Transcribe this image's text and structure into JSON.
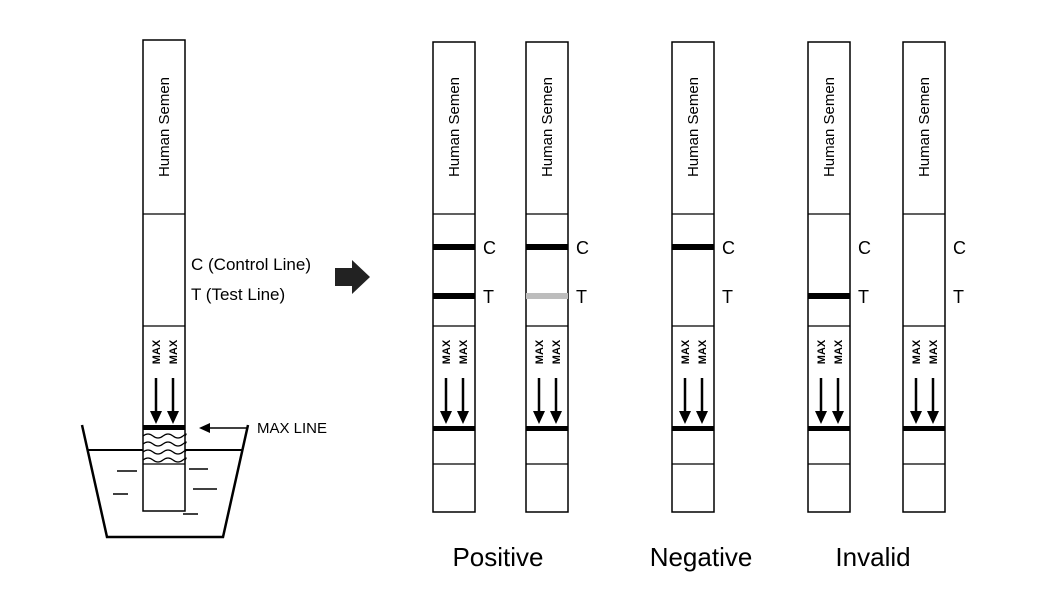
{
  "strip_brand": "Human Semen",
  "max_marker": "MAX",
  "line_letters": {
    "control": "C",
    "test": "T"
  },
  "legend": {
    "control": "C (Control Line)",
    "test": "T (Test Line)"
  },
  "max_line_label": "MAX LINE",
  "results": [
    {
      "label": "Positive",
      "strips": [
        {
          "control_line": "present",
          "test_line": "present"
        },
        {
          "control_line": "present",
          "test_line": "faint"
        }
      ]
    },
    {
      "label": "Negative",
      "strips": [
        {
          "control_line": "present",
          "test_line": "absent"
        }
      ]
    },
    {
      "label": "Invalid",
      "strips": [
        {
          "control_line": "absent",
          "test_line": "present"
        },
        {
          "control_line": "absent",
          "test_line": "absent"
        }
      ]
    }
  ],
  "colors": {
    "line_strong": "#000000",
    "line_faint": "#bdbdbd",
    "outline": "#000000"
  }
}
